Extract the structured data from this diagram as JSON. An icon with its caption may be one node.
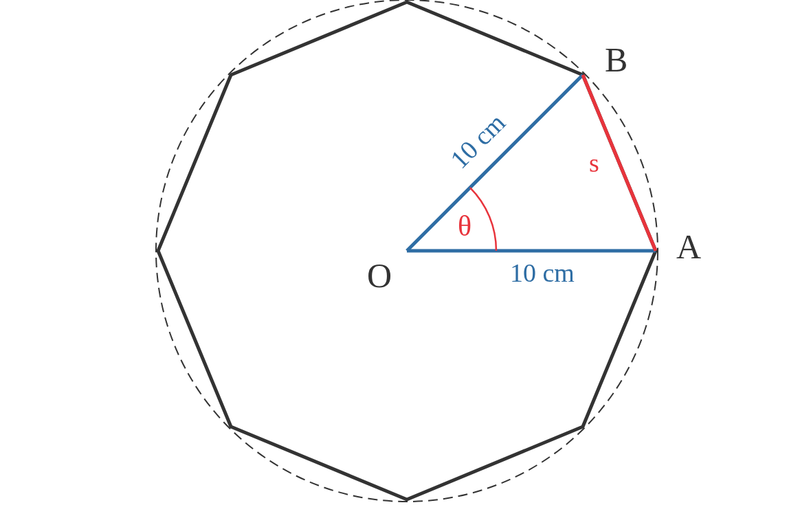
{
  "diagram": {
    "labels": [
      "B",
      "10 cm",
      "s",
      "θ",
      "A",
      "O",
      "10 cm"
    ]
  }
}
